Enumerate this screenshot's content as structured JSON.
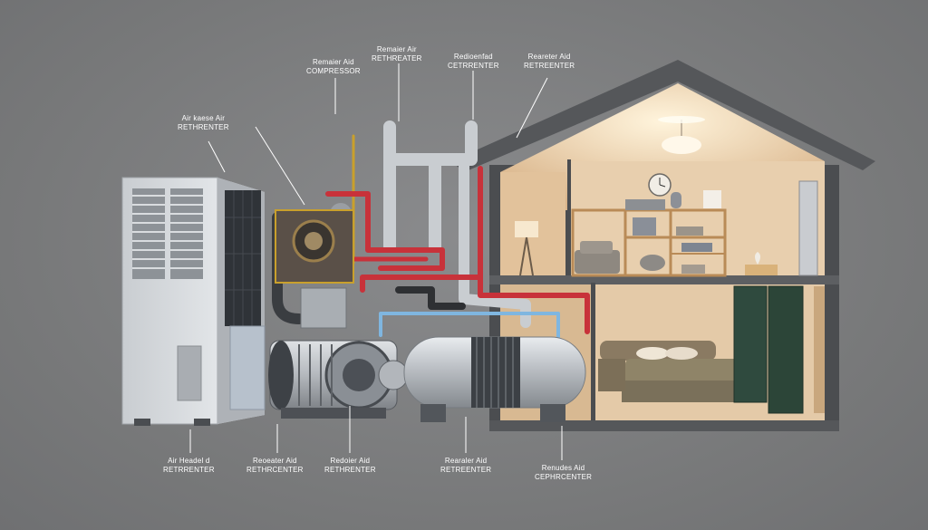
{
  "labels": {
    "top_compressor": {
      "line1": "Remaier Aid",
      "line2": "COMPRESSOR"
    },
    "top_refreater": {
      "line1": "Remaier Air",
      "line2": "RETHREATER"
    },
    "top_centrenter": {
      "line1": "Redioenfad",
      "line2": "CETRRENTER"
    },
    "top_refreater_right": {
      "line1": "Reareter Aid",
      "line2": "RETREENTER"
    },
    "left_upper": {
      "line1": "Air kaese Air",
      "line2": "RETHRENTER"
    },
    "bottom_1": {
      "line1": "Air Headel d",
      "line2": "RETRRENTER"
    },
    "bottom_2": {
      "line1": "Reoeater Aid",
      "line2": "RETHRCENTER"
    },
    "bottom_3": {
      "line1": "Redoier Aid",
      "line2": "RETHRENTER"
    },
    "bottom_4": {
      "line1": "Rearaler Aid",
      "line2": "RETREENTER"
    },
    "bottom_5": {
      "line1": "Renudes Aid",
      "line2": "CEPHRCENTER"
    }
  },
  "colors": {
    "background": "#7b7c7e",
    "pipe_red": "#c8323a",
    "pipe_blue": "#7fb6e0",
    "pipe_silver": "#c9cdd1",
    "house_frame": "#4b4d50",
    "interior_warm": "#e6c9a6"
  },
  "icons": {
    "lamp": "floor-lamp-icon",
    "clock": "wall-clock-icon",
    "ceiling_light": "ceiling-light-icon"
  }
}
